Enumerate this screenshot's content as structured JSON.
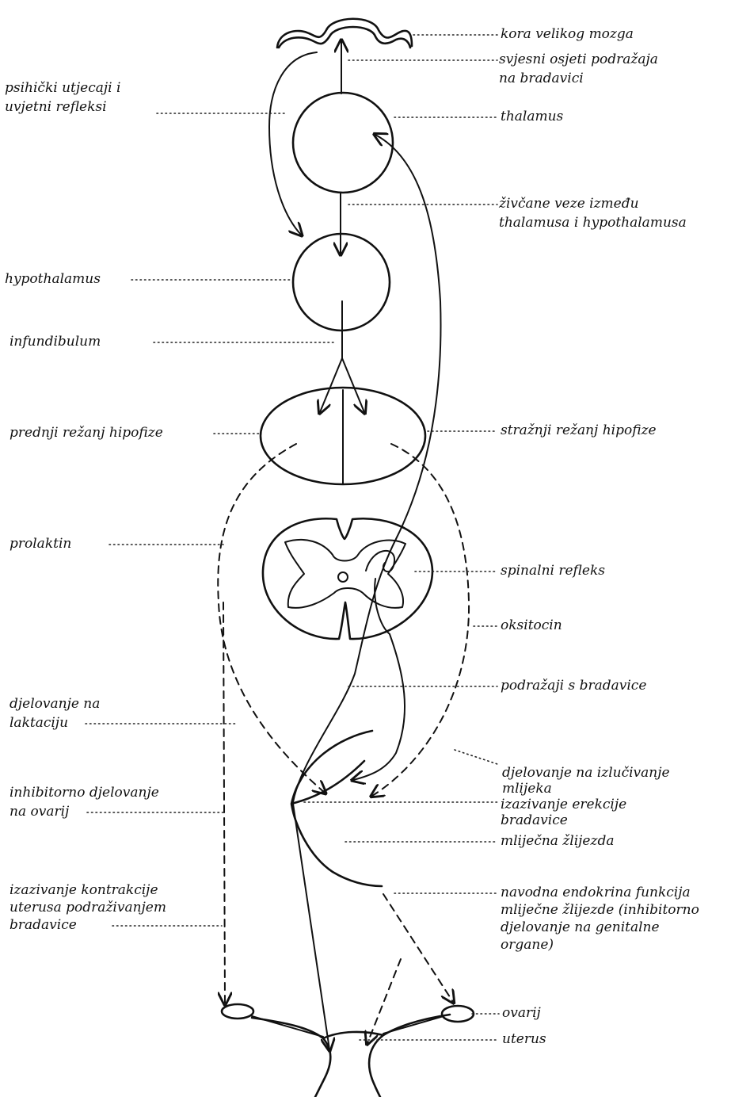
{
  "colors": {
    "ink": "#111111",
    "paper": "#ffffff"
  },
  "labels": {
    "cortex": "kora velikog mozga",
    "conscious_1": "svjesni osjeti podražaja",
    "conscious_2": "na bradavici",
    "psychic_1": "psihički utjecaji i",
    "psychic_2": "uvjetni refleksi",
    "thalamus": "thalamus",
    "nerve_1": "živčane veze između",
    "nerve_2": "thalamusa i hypothalamusa",
    "hypothalamus": "hypothalamus",
    "infundibulum": "infundibulum",
    "anterior": "prednji režanj hipofize",
    "posterior": "stražnji režanj hipofize",
    "prolactin": "prolaktin",
    "spinal": "spinalni refleks",
    "oxytocin": "oksitocin",
    "nipple_stimuli": "podražaji s bradavice",
    "lactation_1": "djelovanje na",
    "lactation_2": "laktaciju",
    "milk_ejection_1": "djelovanje na izlučivanje",
    "milk_ejection_2": "mlijeka",
    "inhibitory_1": "inhibitorno djelovanje",
    "inhibitory_2": "na ovarij",
    "erection_1": "izazivanje erekcije",
    "erection_2": "bradavice",
    "mammary": "mliječna žlijezda",
    "uterine_1": "izazivanje kontrakcije",
    "uterine_2": "uterusa podraživanjem",
    "uterine_3": "bradavice",
    "endocrine_1": "navodna endokrina funkcija",
    "endocrine_2": "mliječne žlijezde (inhibitorno",
    "endocrine_3": "djelovanje na genitalne",
    "endocrine_4": "organe)",
    "ovary": "ovarij",
    "uterus": "uterus"
  }
}
